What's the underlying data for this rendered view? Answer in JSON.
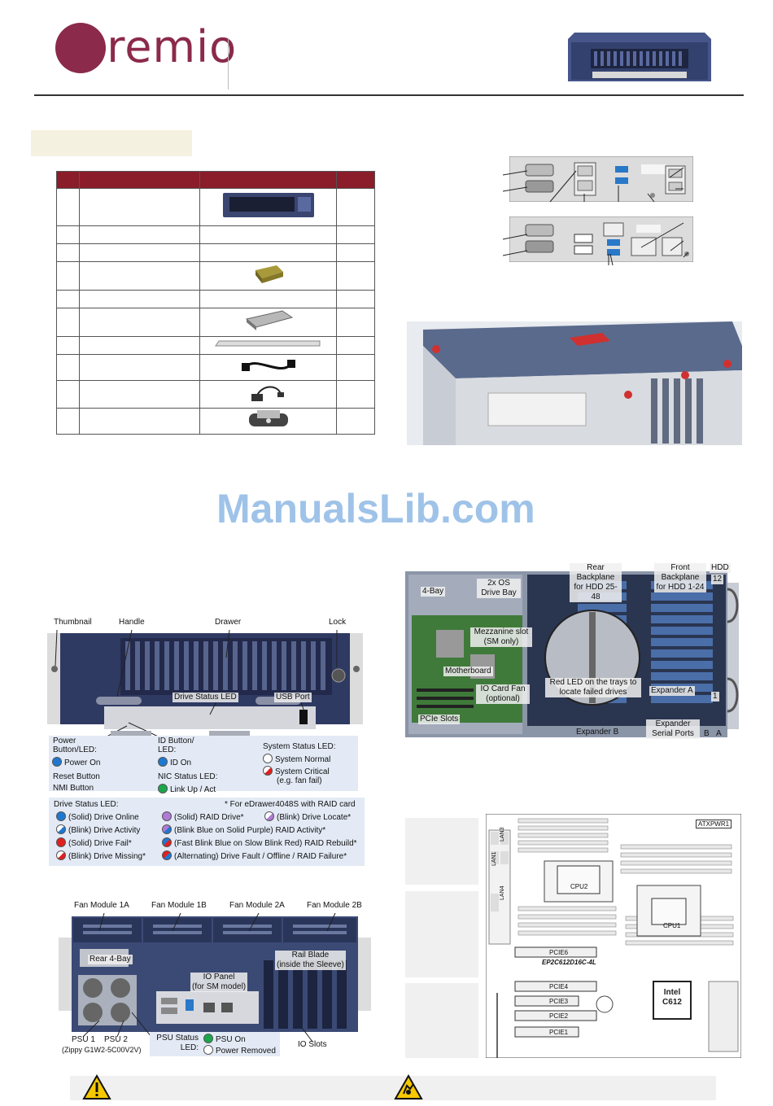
{
  "header": {
    "logo_text": "premio",
    "brand_color": "#8b2a4a"
  },
  "watermark": {
    "text": "ManualsLib.com",
    "color": "#9fc3e8"
  },
  "front_panel": {
    "callouts": {
      "thumbnail": "Thumbnail",
      "handle": "Handle",
      "drawer": "Drawer",
      "lock": "Lock",
      "drive_status_led": "Drive Status LED",
      "usb_port": "USB Port",
      "power_button": "Power Button/LED:",
      "power_on": "Power On",
      "id_button": "ID Button/ LED:",
      "id_on": "ID On",
      "system_status": "System Status LED:",
      "system_normal": "System Normal",
      "system_critical": "System Critical",
      "system_critical_note": "(e.g. fan fail)",
      "reset_button": "Reset Button",
      "nmi_button": "NMI Button",
      "nic_status": "NIC Status LED:",
      "link_up": "Link Up / Act"
    },
    "drive_legend": {
      "title": "Drive Status LED:",
      "note": "* For eDrawer4048S with RAID card",
      "items": [
        "(Solid) Drive Online",
        "(Solid) RAID Drive*",
        "(Blink) Drive Locate*",
        "(Blink) Drive Activity",
        "(Blink Blue on Solid Purple) RAID Activity*",
        "(Solid) Drive Fail*",
        "(Fast Blink Blue on Slow Blink Red) RAID Rebuild*",
        "(Blink) Drive Missing*",
        "(Alternating) Drive Fault / Offline / RAID Failure*"
      ]
    }
  },
  "rear_panel": {
    "callouts": {
      "fan_1a": "Fan Module 1A",
      "fan_1b": "Fan Module 1B",
      "fan_2a": "Fan Module 2A",
      "fan_2b": "Fan Module 2B",
      "rear_4bay": "Rear 4-Bay",
      "rail_blade": "Rail Blade",
      "rail_blade_note": "(inside the Sleeve)",
      "io_panel": "IO Panel",
      "io_panel_note": "(for SM model)",
      "psu1": "PSU 1",
      "psu1_model": "(Zippy G1W2-5C00V2V)",
      "psu2": "PSU 2",
      "psu_status": "PSU Status LED:",
      "psu_on": "PSU On",
      "power_removed": "Power Removed",
      "io_slots": "IO Slots"
    }
  },
  "top_view": {
    "callouts": {
      "bay4": "4-Bay",
      "os_bay": "2x OS Drive Bay",
      "rear_backplane": "Rear Backplane for HDD 25-48",
      "front_backplane": "Front Backplane for HDD 1-24",
      "hdd": "HDD",
      "hdd_12": "12",
      "hdd_1": "1",
      "mezzanine": "Mezzanine slot (SM only)",
      "motherboard": "Motherboard",
      "io_card_fan": "IO Card Fan (optional)",
      "red_led": "Red LED on the trays to locate failed drives",
      "pcie_slots": "PCIe Slots",
      "expander_a": "Expander A",
      "expander_b": "Expander B",
      "expander_serial": "Expander Serial Ports",
      "b": "B",
      "a": "A"
    }
  },
  "motherboard": {
    "cpu2": "CPU2",
    "cpu1": "CPU1",
    "pcie6": "PCIE6",
    "pcie4": "PCIE4",
    "pcie3": "PCIE3",
    "pcie2": "PCIE2",
    "pcie1": "PCIE1",
    "model": "EP2C612D16C-4L",
    "chipset_brand": "Intel",
    "chipset_model": "C612",
    "atx_power": "ATXPWR1",
    "lan4": "LAN4",
    "lan3": "LAN3",
    "lan1": "LAN1"
  },
  "colors": {
    "led_blue": "#1e78d2",
    "led_green": "#1aa64a",
    "led_red": "#e02020",
    "led_purple": "#b07ad6",
    "table_header": "#8b1c2a",
    "chassis": "#3e4c73"
  }
}
